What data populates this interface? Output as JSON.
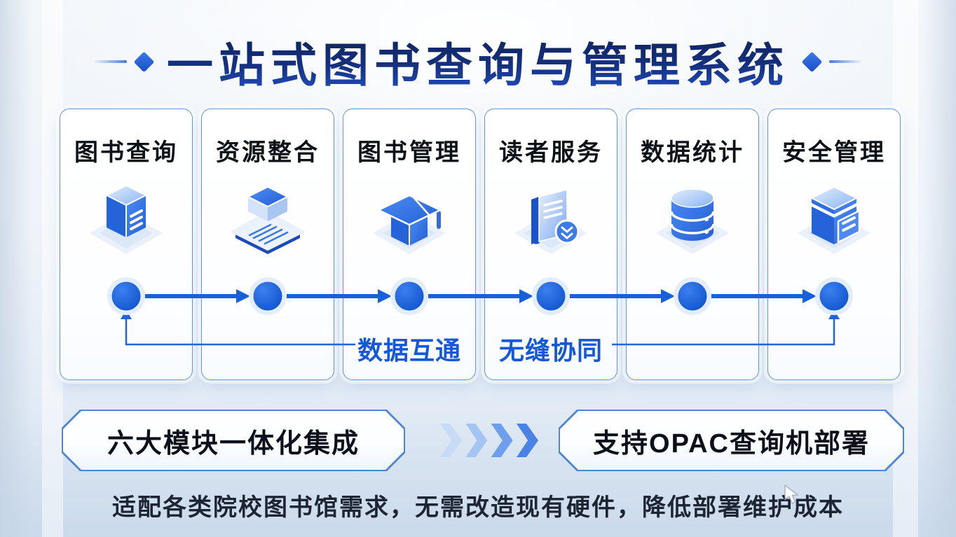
{
  "title": "一站式图书查询与管理系统",
  "modules": [
    {
      "label": "图书查询",
      "icon": "server-book-icon"
    },
    {
      "label": "资源整合",
      "icon": "layers-plate-icon"
    },
    {
      "label": "图书管理",
      "icon": "open-box-icon"
    },
    {
      "label": "读者服务",
      "icon": "book-download-icon"
    },
    {
      "label": "数据统计",
      "icon": "database-icon"
    },
    {
      "label": "安全管理",
      "icon": "secure-cube-icon"
    }
  ],
  "flow": {
    "node_count": 6,
    "labels": [
      {
        "text": "数据互通"
      },
      {
        "text": "无缝协同"
      }
    ]
  },
  "banners": {
    "left": "六大模块一体化集成",
    "right": "支持OPAC查询机部署",
    "chevron_count": 4
  },
  "caption": "适配各类院校图书馆需求，无需改造现有硬件，降低部署维护成本",
  "colors": {
    "accent_blue": "#1760DC",
    "title_navy": "#15307E",
    "icon_blue": "#3B7EF0",
    "flow_label_blue": "#1358D8",
    "card_border": "#5F97DC",
    "banner_border": "#4E86D2",
    "caption_text": "#1D2535"
  }
}
